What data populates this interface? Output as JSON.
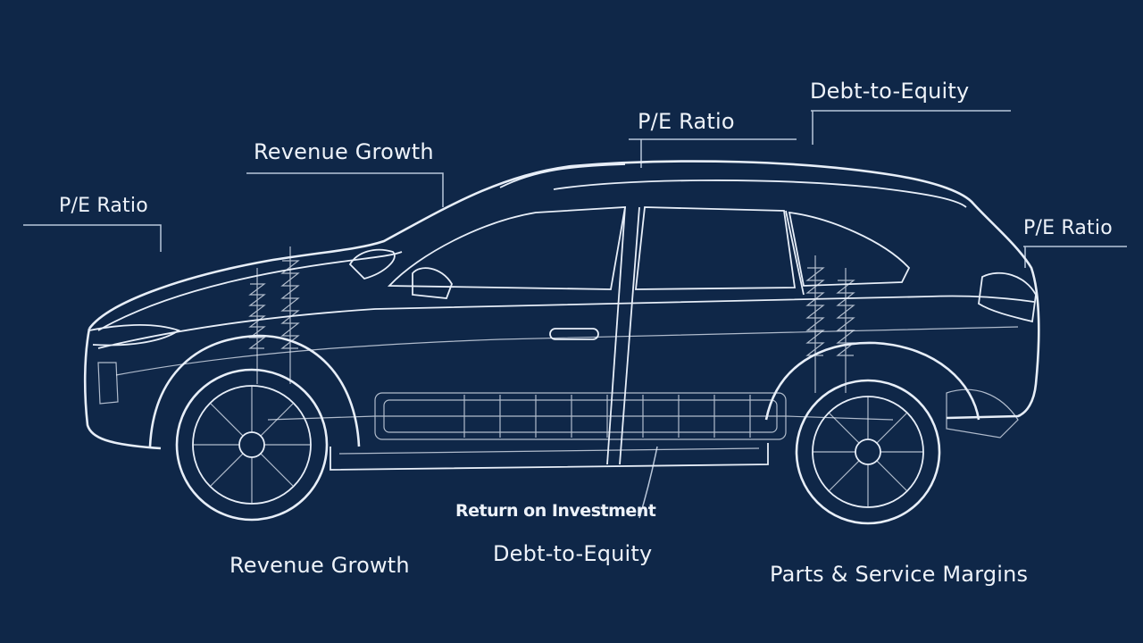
{
  "background_color": "#0f2748",
  "line_color": "#e7eef8",
  "labels": {
    "debt_to_equity_top": "Debt-to-Equity",
    "pe_ratio_top": "P/E Ratio",
    "revenue_growth_top": "Revenue Growth",
    "pe_ratio_left": "P/E Ratio",
    "pe_ratio_right": "P/E Ratio",
    "garbled_center": "Return on Investment",
    "debt_to_equity_bottom": "Debt-to-Equity",
    "revenue_growth_bottom": "Revenue Growth",
    "parts_service_margins": "Parts & Service Margins"
  }
}
